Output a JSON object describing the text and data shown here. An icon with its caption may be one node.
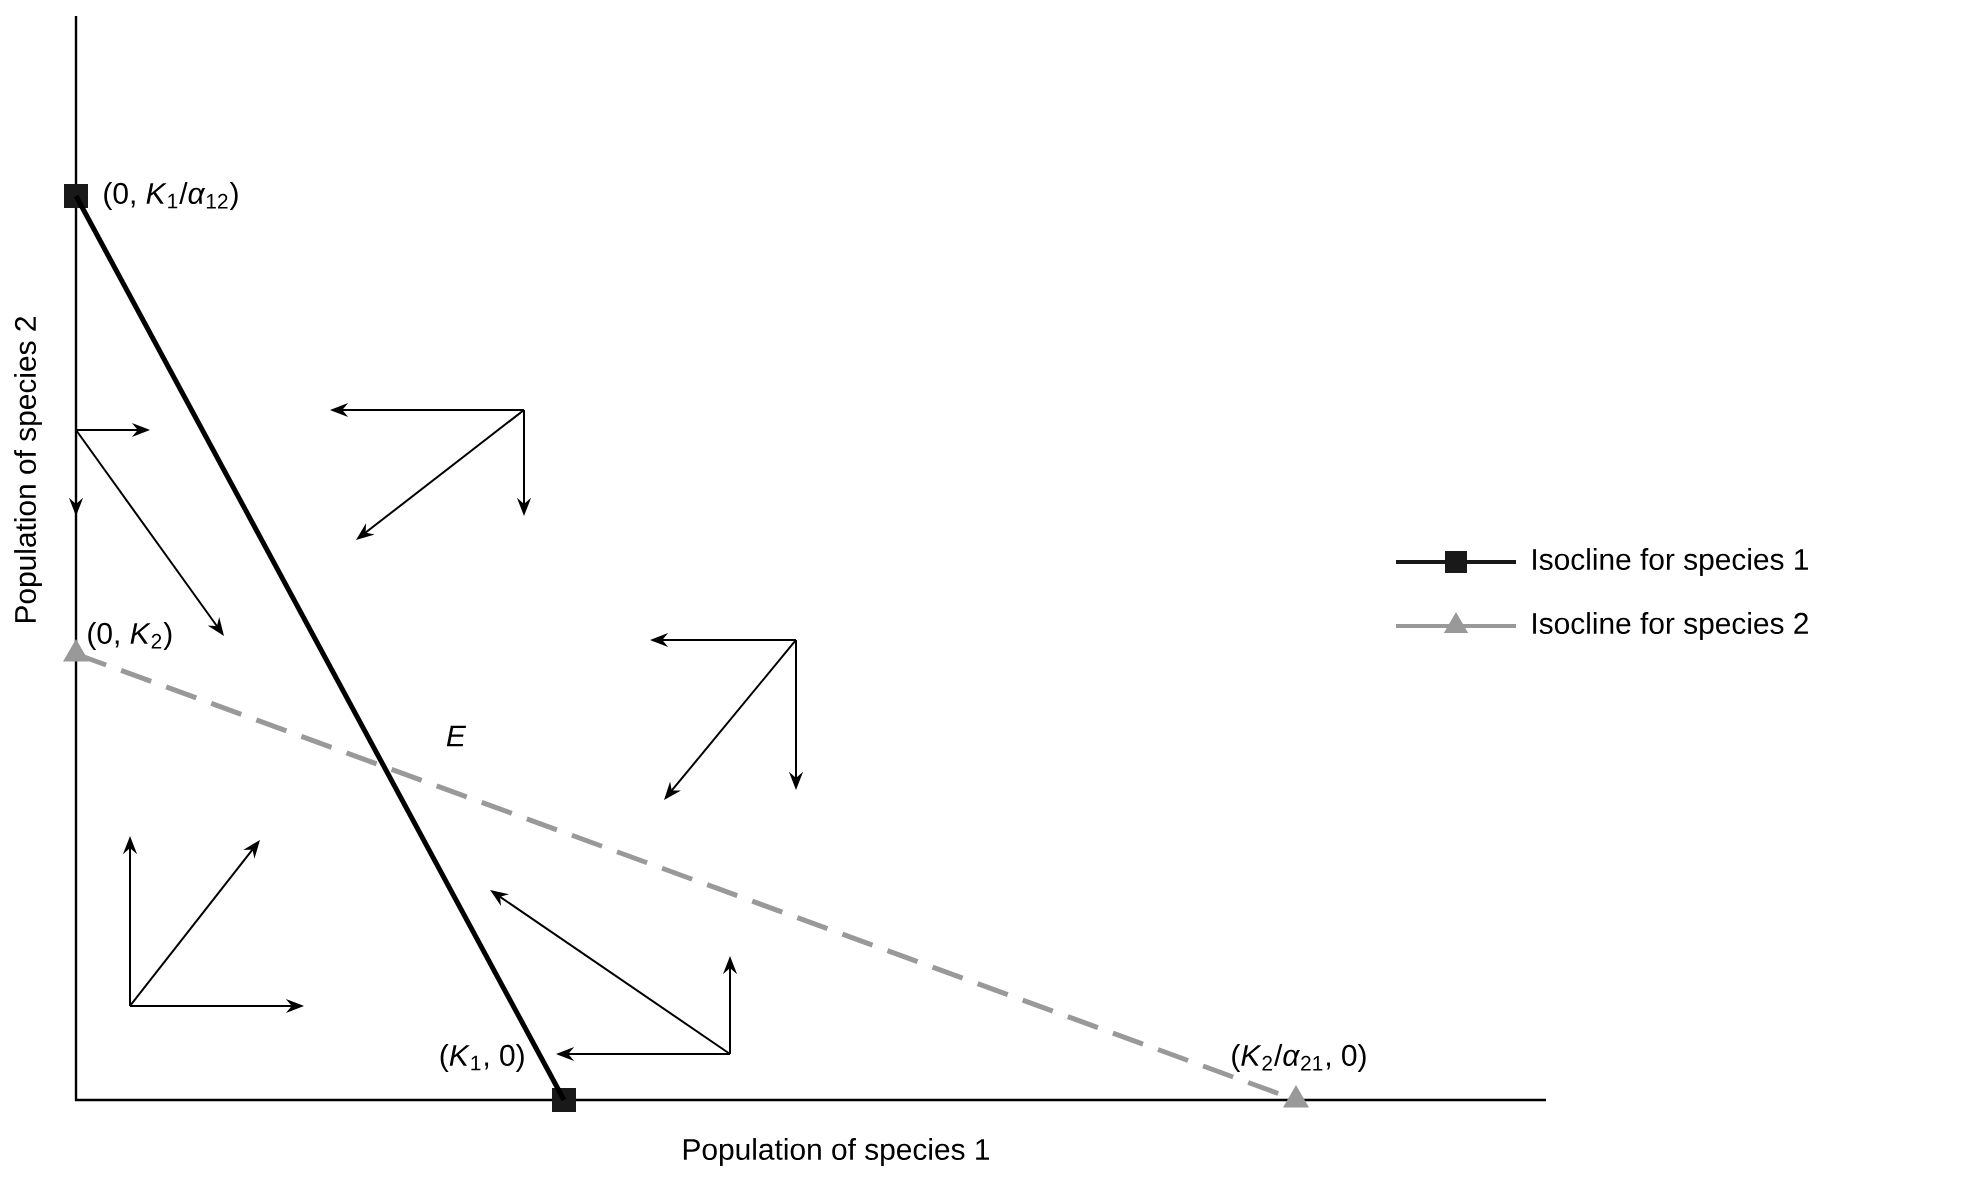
{
  "diagram": {
    "nodes": [
      {
        "text": [
          "(0, *K*$_{1}$/*α*$_{12}$)"
        ]
      },
      {
        "text": [
          "(*K*$_{1}$, 0)"
        ]
      },
      {
        "text": [
          "(0, *K*$_{2}$)"
        ]
      },
      {
        "text": [
          "(*K*$_{2}$/*α*$_{21}$, 0)"
        ]
      }
    ],
    "edges": [
      {
        "from": 0,
        "to": 1,
        "arrow": "none"
      },
      {
        "from": 2,
        "to": 3,
        "arrow": "none",
        "style": "dashed",
        "color": "#999999"
      }
    ],
    "labels": [
      "Population of species 2",
      "*E*",
      "Population of species 1"
    ],
    "legend": [
      {
        "text": "Isocline for species 1"
      },
      {
        "text": "Isocline for species 2"
      }
    ]
  }
}
